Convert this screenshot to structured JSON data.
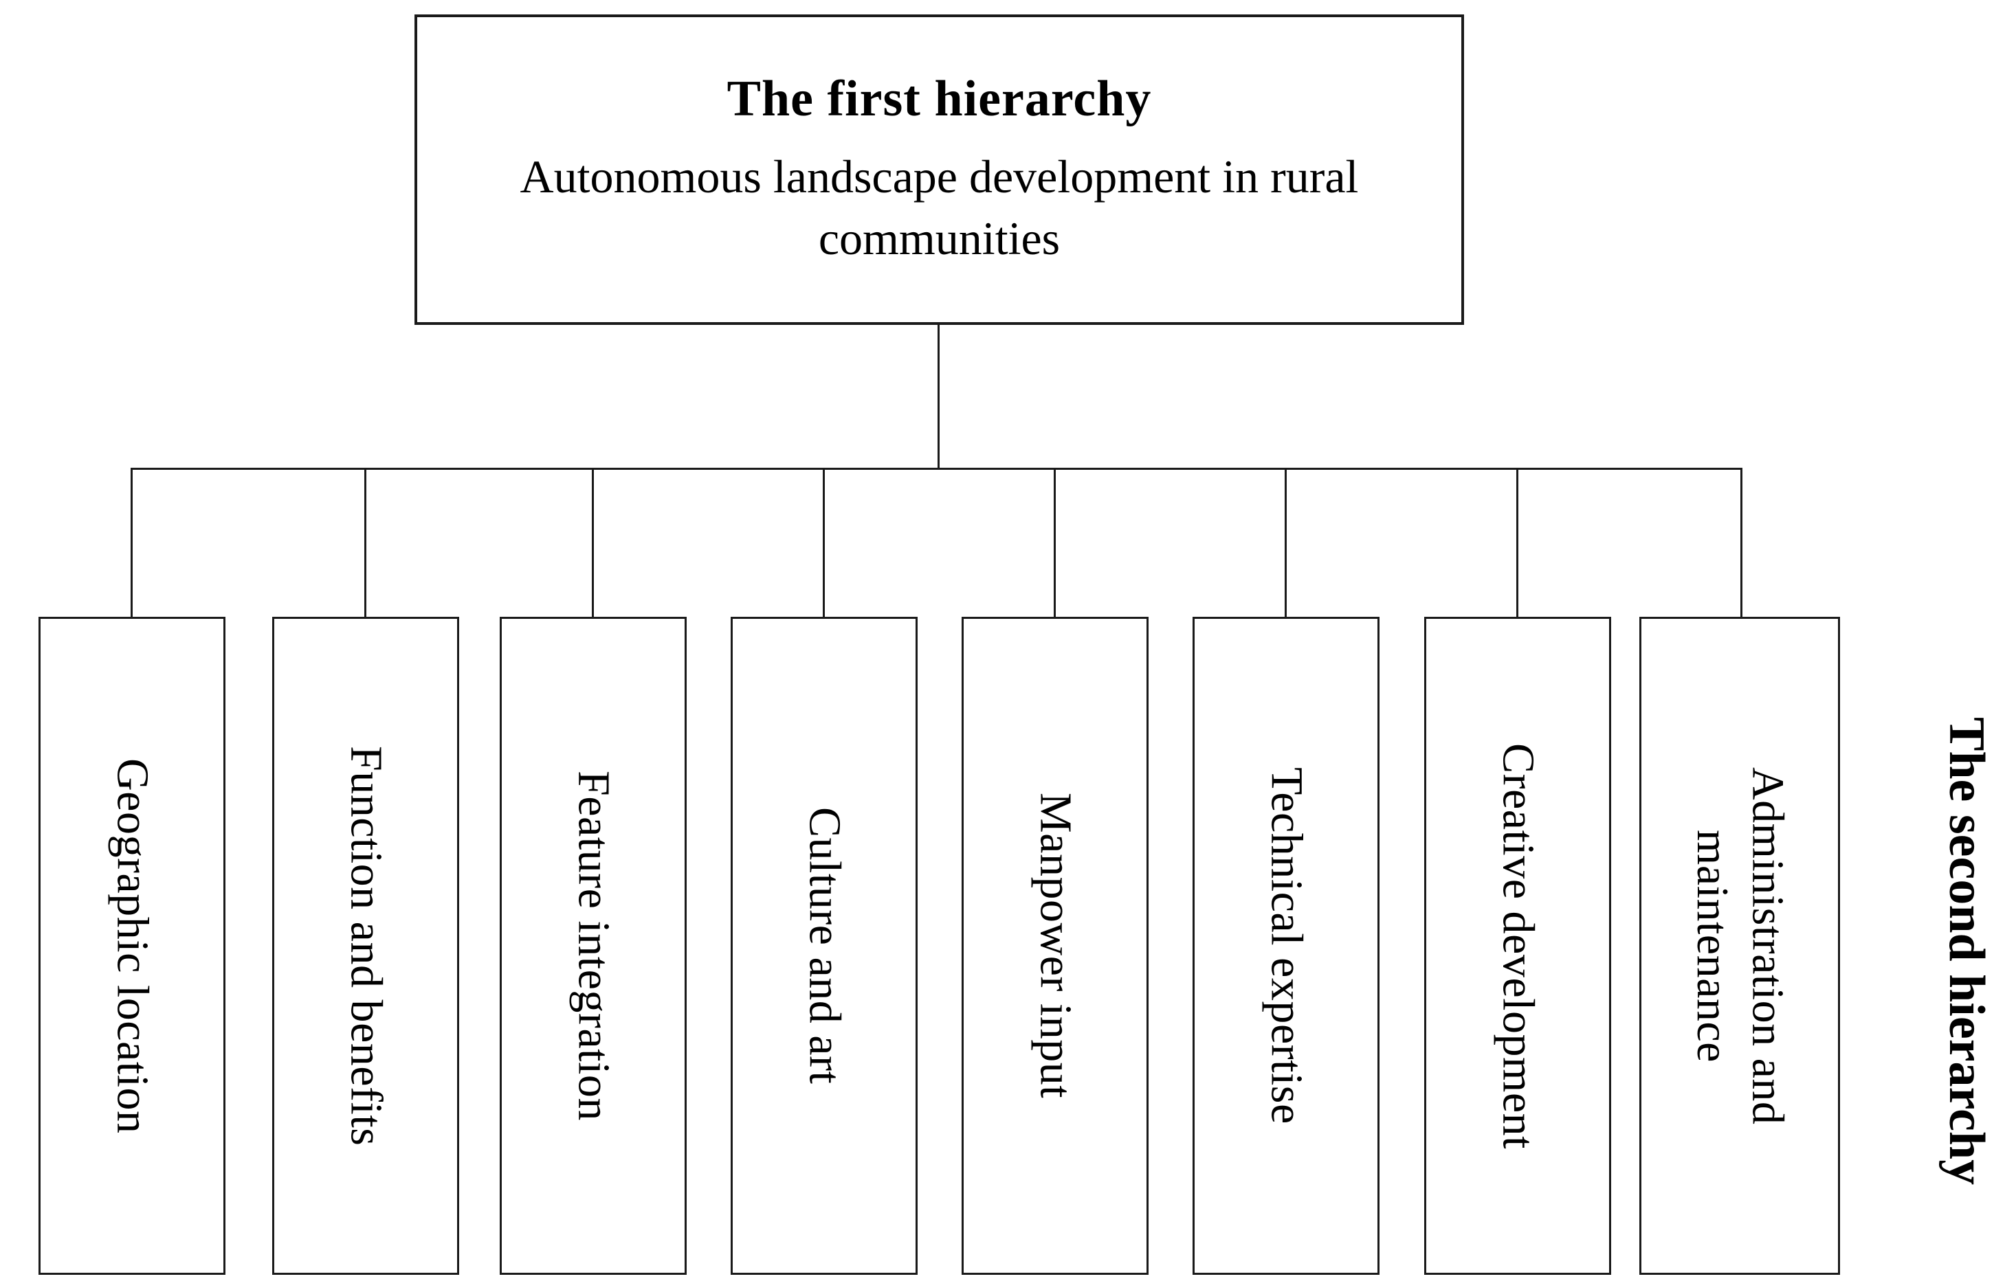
{
  "root_box": {
    "title": "The first hierarchy",
    "subtitle": "Autonomous landscape development in rural communities"
  },
  "children": [
    {
      "label": "Geographic location"
    },
    {
      "label": "Function and benefits"
    },
    {
      "label": "Feature integration"
    },
    {
      "label": "Culture and art"
    },
    {
      "label": "Manpower input"
    },
    {
      "label": "Technical expertise"
    },
    {
      "label": "Creative development"
    },
    {
      "label": "Administration and maintenance"
    }
  ],
  "side_label": "The second hierarchy",
  "colors": {
    "line": "#1a1a1a",
    "background": "#ffffff",
    "text": "#000000"
  }
}
